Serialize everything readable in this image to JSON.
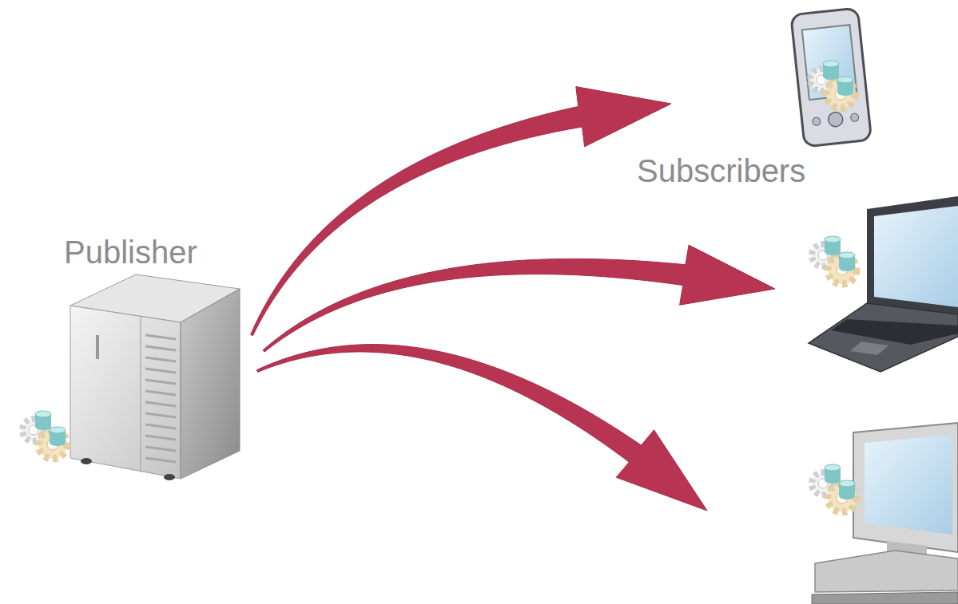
{
  "diagram": {
    "nodes": [
      {
        "text": [
          "Publisher"
        ]
      },
      {
        "text": [
          "Subscribers"
        ]
      }
    ],
    "edges": [
      {
        "from": 0,
        "to": 1,
        "arrow": "to"
      },
      {
        "from": 0,
        "to": 1,
        "arrow": "to"
      },
      {
        "from": 0,
        "to": 1,
        "arrow": "to"
      }
    ]
  }
}
